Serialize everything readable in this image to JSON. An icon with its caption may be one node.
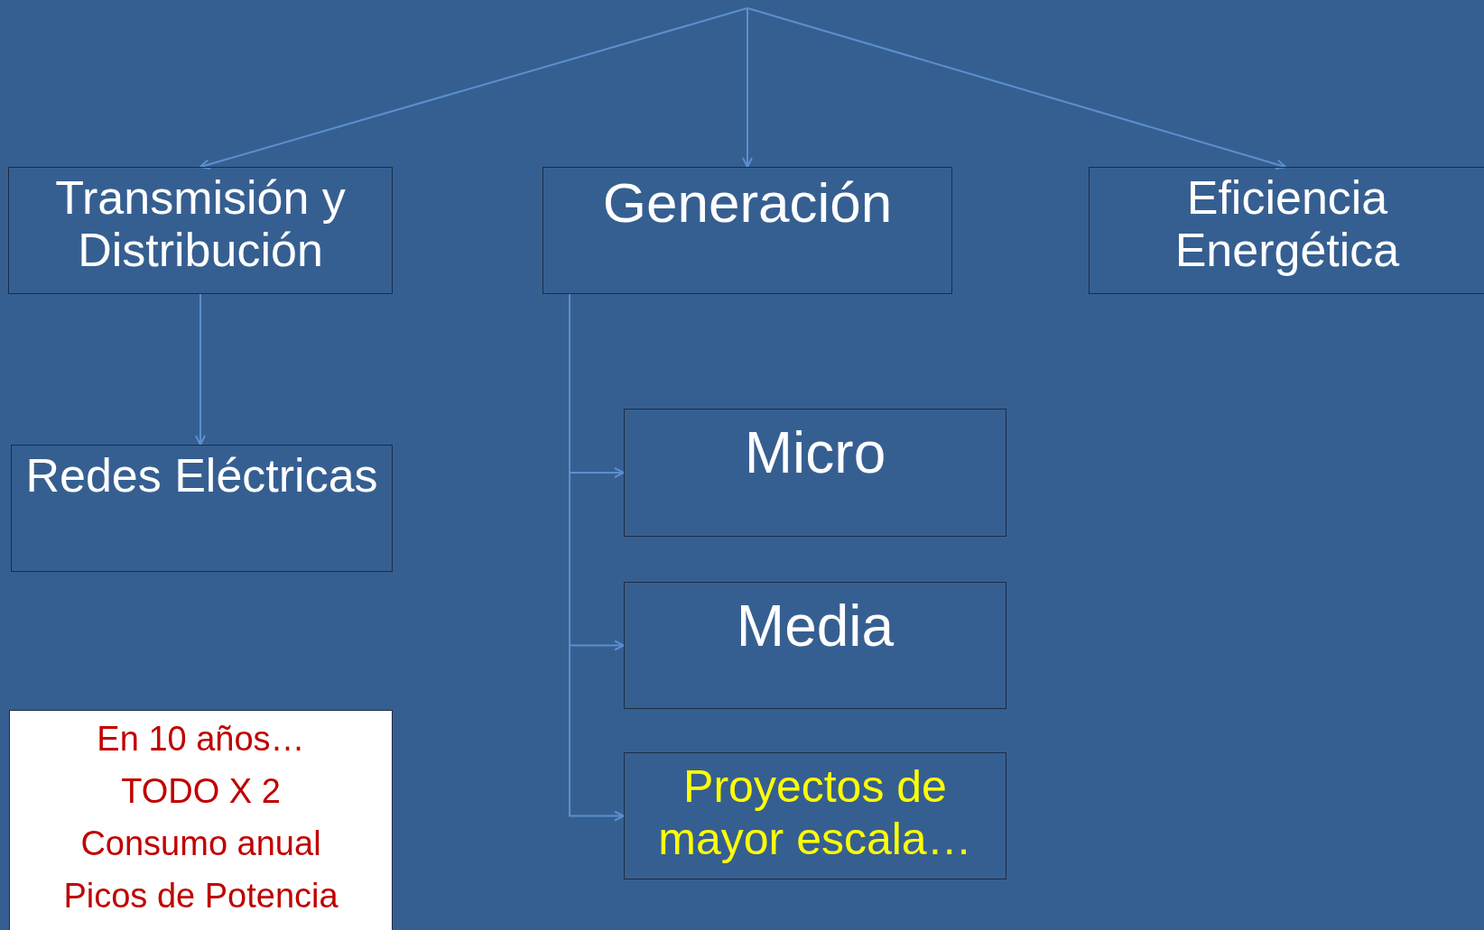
{
  "diagram": {
    "nodes": [
      {
        "text": [
          "Transmisión y Distribución"
        ]
      },
      {
        "text": [
          "Generación"
        ]
      },
      {
        "text": [
          "Eficiencia Energética"
        ]
      },
      {
        "text": [
          "Redes Eléctricas"
        ]
      },
      {
        "text": [
          "Micro"
        ]
      },
      {
        "text": [
          "Media"
        ]
      },
      {
        "text": [
          "Proyectos de mayor escala…"
        ]
      },
      {
        "text": [
          "En 10 años…",
          "TODO X 2",
          "Consumo anual",
          "Picos de Potencia"
        ]
      }
    ],
    "edges": [
      {
        "from": null,
        "to": 0,
        "arrow": "to"
      },
      {
        "from": null,
        "to": 1,
        "arrow": "to"
      },
      {
        "from": null,
        "to": 2,
        "arrow": "to"
      },
      {
        "from": 0,
        "to": 3,
        "arrow": "to"
      },
      {
        "from": 1,
        "to": 4,
        "arrow": "to"
      },
      {
        "from": 1,
        "to": 5,
        "arrow": "to"
      },
      {
        "from": 1,
        "to": 6,
        "arrow": "to"
      }
    ]
  }
}
